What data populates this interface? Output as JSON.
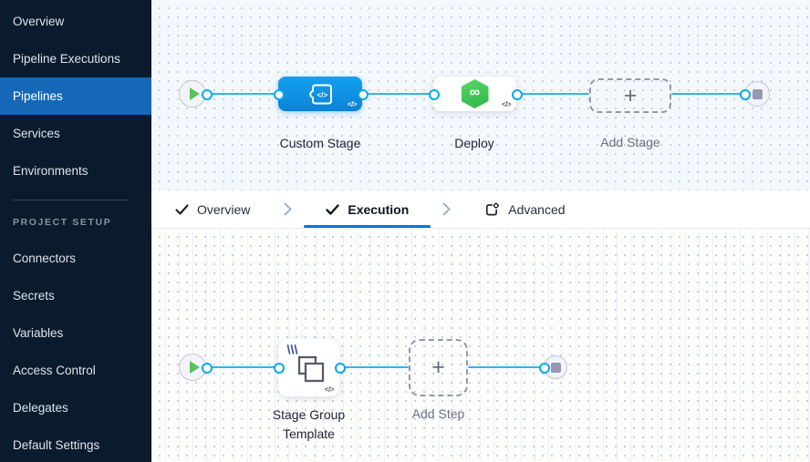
{
  "colors": {
    "accent_blue": "#0278d5",
    "stage_node_blue": "#0d8fe3",
    "connector_line": "#2db6f2",
    "port_ring": "#0aa9e8",
    "cd_green": "#42c94f",
    "play_green": "#59c25e",
    "sidebar_bg": "#0a1b2d",
    "sidebar_active_bg": "#1568b8"
  },
  "sidebar": {
    "items": [
      {
        "label": "Overview",
        "active": false
      },
      {
        "label": "Pipeline Executions",
        "active": false
      },
      {
        "label": "Pipelines",
        "active": true
      },
      {
        "label": "Services",
        "active": false
      },
      {
        "label": "Environments",
        "active": false
      }
    ],
    "section_label": "PROJECT SETUP",
    "setup_items": [
      {
        "label": "Connectors"
      },
      {
        "label": "Secrets"
      },
      {
        "label": "Variables"
      },
      {
        "label": "Access Control"
      },
      {
        "label": "Delegates"
      },
      {
        "label": "Default Settings"
      }
    ]
  },
  "tabs": {
    "overview": {
      "label": "Overview",
      "state": "completed"
    },
    "execution": {
      "label": "Execution",
      "state": "active"
    },
    "advanced": {
      "label": "Advanced",
      "state": "normal"
    }
  },
  "stage_pipeline": {
    "nodes": {
      "custom_stage": {
        "label": "Custom Stage",
        "icon": "custom-stage-icon"
      },
      "deploy": {
        "label": "Deploy",
        "icon": "cd-hexagon-icon"
      },
      "add_stage": {
        "label": "Add Stage",
        "icon": "plus-icon"
      }
    }
  },
  "execution_pipeline": {
    "nodes": {
      "stage_group_template": {
        "label": "Stage Group Template",
        "icon": "stage-group-icon"
      },
      "add_step": {
        "label": "Add Step",
        "icon": "plus-icon"
      }
    }
  },
  "icons": {
    "play": "▶",
    "stop": "■",
    "plus": "+",
    "check": "✓",
    "chevron": "›",
    "code_badge": "</>",
    "infinity": "∞"
  }
}
